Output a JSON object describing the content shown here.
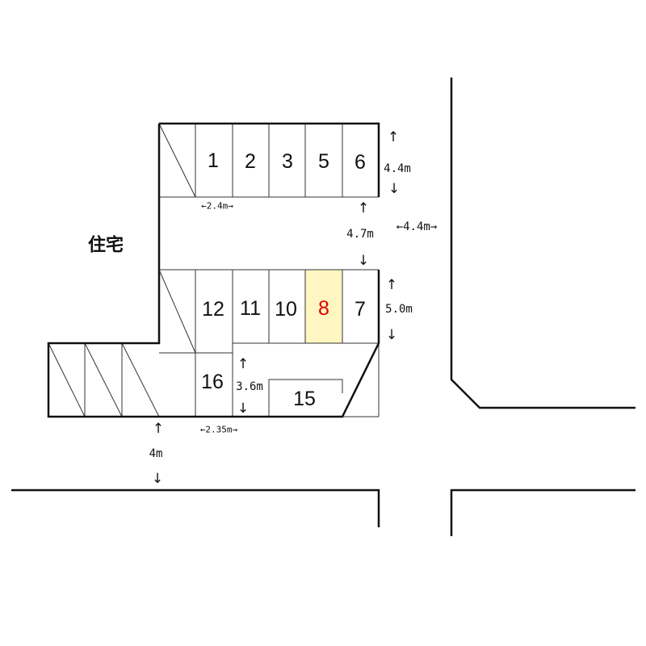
{
  "house_label": "住宅",
  "highlight_color": "#fff6c2",
  "spaces": {
    "s1": "1",
    "s2": "2",
    "s3": "3",
    "s5": "5",
    "s6": "6",
    "s12": "12",
    "s11": "11",
    "s10": "10",
    "s8": "8",
    "s7": "7",
    "s16": "16",
    "s15": "15"
  },
  "highlighted_space": "8",
  "dimensions": {
    "top_row_depth": "4.4m",
    "aisle_width": "4.7m",
    "side_road_width": "←4.4m→",
    "middle_row_depth": "5.0m",
    "space_width": "←2.4m→",
    "space_16_depth": "3.6m",
    "space_16_width": "←2.35m→",
    "front_road_width": "4m"
  },
  "arrows": {
    "up": "↑",
    "down": "↓"
  }
}
